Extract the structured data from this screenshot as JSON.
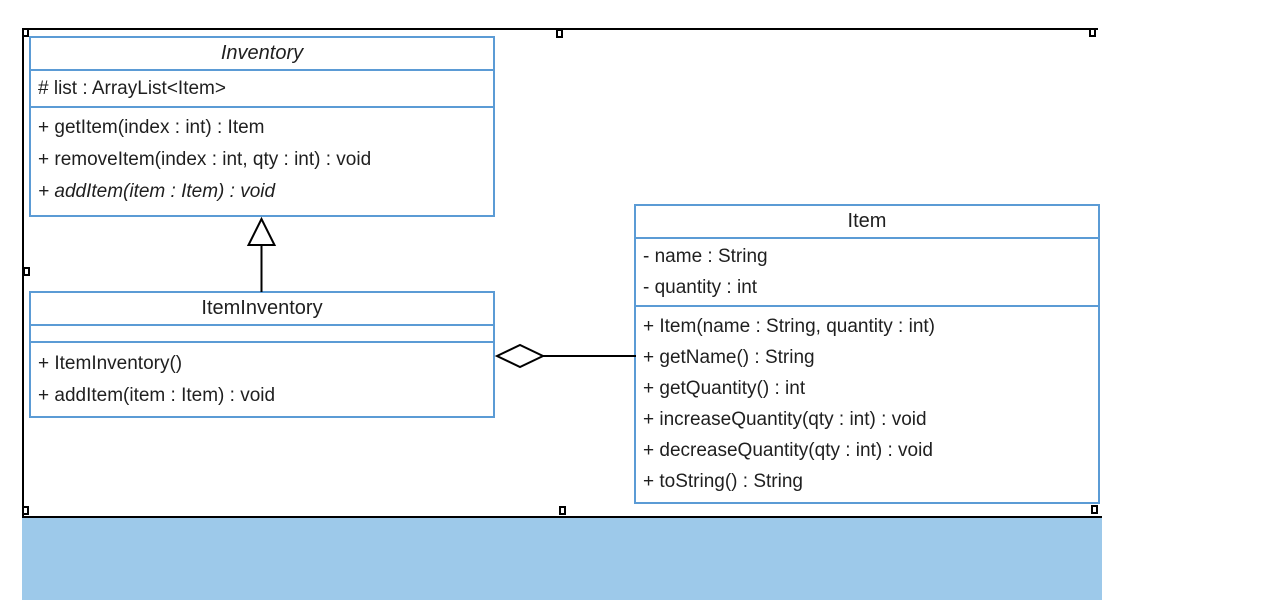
{
  "colors": {
    "class_border": "#5B9BD5",
    "class_fill": "#FFFFFF",
    "text": "#1F1F1F",
    "connector": "#000000",
    "selection_boundary": "#000000",
    "bottom_rectangle_fill": "#9DC9EA"
  },
  "diagram": {
    "classes": [
      {
        "name": "Inventory",
        "name_style": "italic (abstract class)",
        "attributes": [
          {
            "text": "# list : ArrayList<Item>"
          }
        ],
        "methods": [
          {
            "text": "+ getItem(index : int) : Item"
          },
          {
            "text": "+ removeItem(index : int, qty : int) : void"
          },
          {
            "text": "+ addItem(item : Item) : void",
            "style": "italic (abstract method)"
          }
        ]
      },
      {
        "name": "ItemInventory",
        "attributes": [],
        "methods": [
          {
            "text": "+ ItemInventory()"
          },
          {
            "text": "+ addItem(item : Item) : void"
          }
        ]
      },
      {
        "name": "Item",
        "attributes": [
          {
            "text": "- name : String"
          },
          {
            "text": "- quantity : int"
          }
        ],
        "methods": [
          {
            "text": "+ Item(name : String, quantity : int)"
          },
          {
            "text": "+ getName() : String"
          },
          {
            "text": "+ getQuantity() : int"
          },
          {
            "text": "+ increaseQuantity(qty : int) : void"
          },
          {
            "text": "+ decreaseQuantity(qty : int) : void"
          },
          {
            "text": "+ toString() : String"
          }
        ]
      }
    ],
    "connectors": [
      {
        "type": "generalization",
        "from": "ItemInventory",
        "to": "Inventory",
        "marker": "hollow-triangle"
      },
      {
        "type": "aggregation",
        "from": "ItemInventory",
        "to": "Item",
        "marker": "hollow-diamond"
      }
    ]
  },
  "selection": {
    "handles": [
      "top-left",
      "top-middle",
      "top-right",
      "left-middle",
      "right-middle",
      "bottom-left",
      "bottom-middle",
      "bottom-right"
    ]
  }
}
